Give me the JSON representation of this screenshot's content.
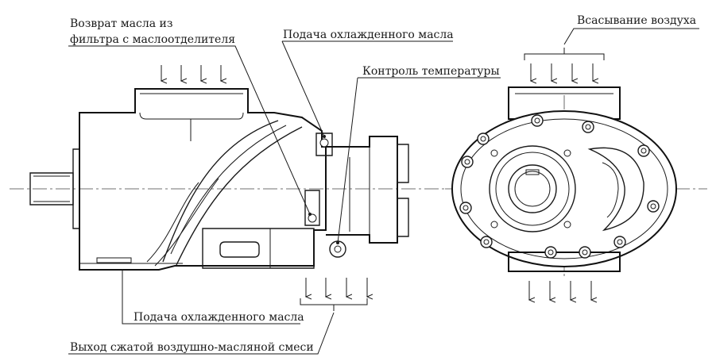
{
  "labels": {
    "oil_return": [
      "Возврат масла из",
      "фильтра с маслоотделителя"
    ],
    "cooled_oil_supply_top": "Подача охлажденного масла",
    "temperature_control": "Контроль температуры",
    "air_intake": "Всасывание воздуха",
    "cooled_oil_supply_bottom": "Подача охлажденного масла",
    "compressed_mixture_outlet": "Выход сжатой воздушно-масляной смеси"
  },
  "colors": {
    "line": "#1a1a1a",
    "background": "#ffffff"
  }
}
